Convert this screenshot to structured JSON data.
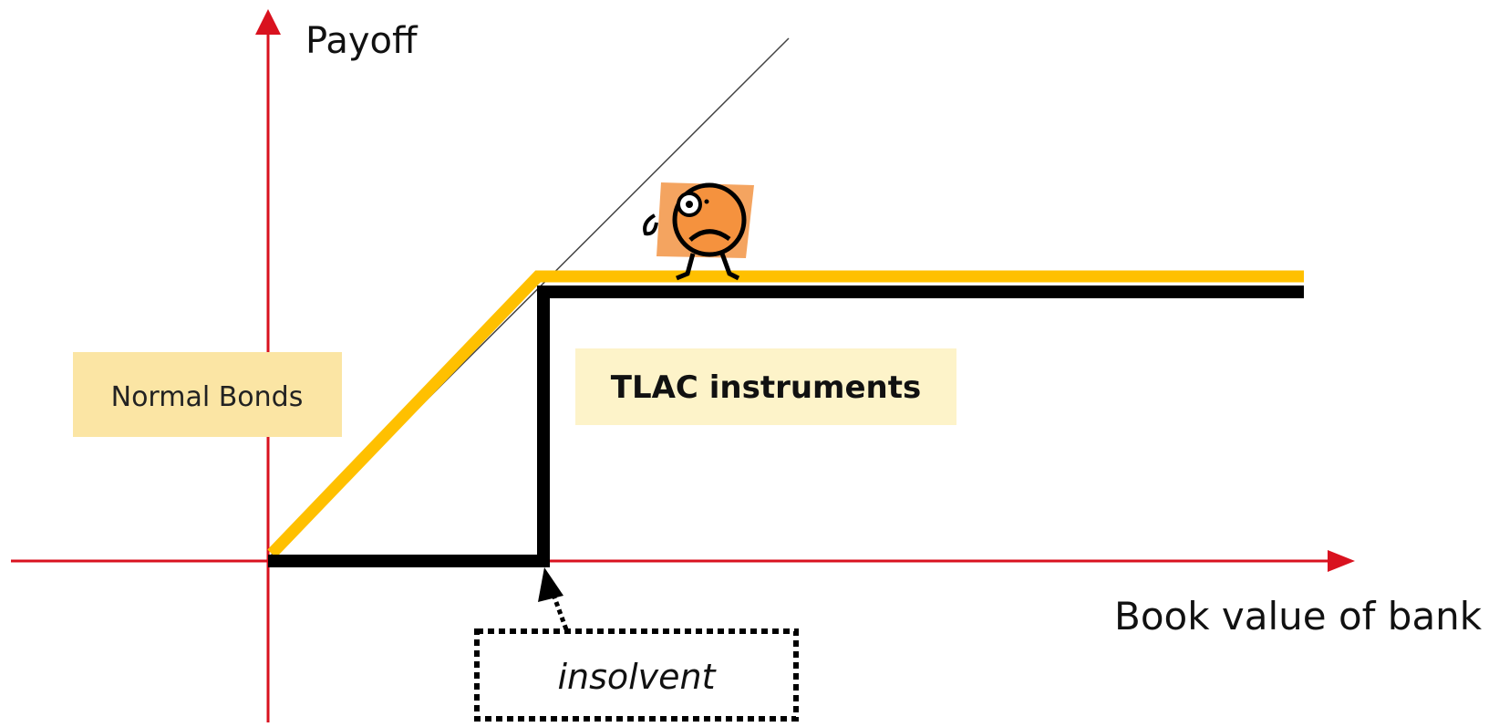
{
  "axes": {
    "y_label": "Payoff",
    "x_label": "Book value of bank"
  },
  "labels": {
    "normal_bonds": "Normal Bonds",
    "tlac_instruments": "TLAC instruments",
    "insolvent": "insolvent"
  },
  "colors": {
    "axis": "#d9121f",
    "normal_bonds_line": "#ffc000",
    "tlac_line": "#000000",
    "label_box": "#fbe5a4",
    "label_box_light": "#fdf3c9",
    "character_bg": "#f4a460",
    "character_face": "#f5923e"
  },
  "icons": {
    "character": "worried-face-character-icon"
  }
}
